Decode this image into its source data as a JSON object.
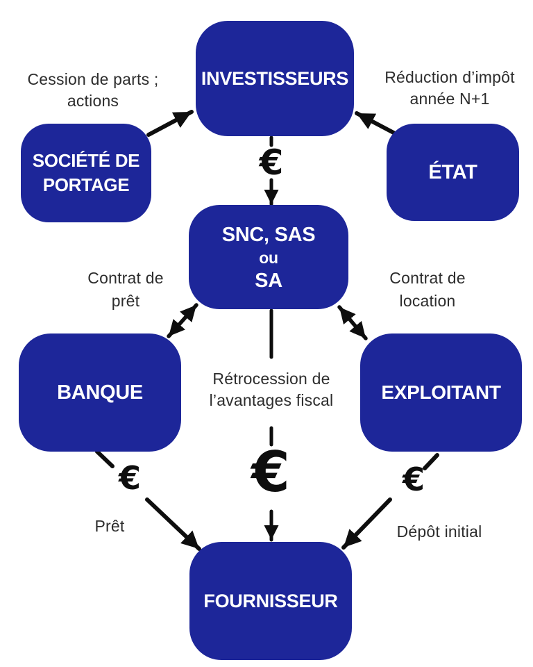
{
  "colors": {
    "box_fill": "#1d2699",
    "box_text": "#ffffff",
    "arrow": "#0e0e0e",
    "label_text": "#2d2d2d",
    "background": "#ffffff"
  },
  "nodes": {
    "investisseurs": {
      "label": "INVESTISSEURS"
    },
    "societe_de_portage": {
      "line1": "SOCIÉTÉ DE",
      "line2": "PORTAGE"
    },
    "etat": {
      "label": "ÉTAT"
    },
    "snc_sas_sa": {
      "line1": "SNC, SAS",
      "line2": "ou",
      "line3": "SA"
    },
    "banque": {
      "label": "BANQUE"
    },
    "exploitant": {
      "label": "EXPLOITANT"
    },
    "fournisseur": {
      "label": "FOURNISSEUR"
    }
  },
  "labels": {
    "cession": {
      "line1": "Cession de parts ;",
      "line2": "actions"
    },
    "reduction_impot": {
      "line1": "Réduction d’impôt",
      "line2": "année N+1"
    },
    "contrat_pret": {
      "line1": "Contrat de",
      "line2": "prêt"
    },
    "contrat_location": {
      "line1": "Contrat de",
      "line2": "location"
    },
    "retrocession": {
      "line1": "Rétrocession de",
      "line2": "l’avantages fiscal"
    },
    "pret": {
      "line1": "Prêt"
    },
    "depot_initial": {
      "line1": "Dépôt initial"
    }
  },
  "symbols": {
    "euro_top": "€",
    "euro_center": "€",
    "euro_left": "€",
    "euro_right": "€"
  }
}
